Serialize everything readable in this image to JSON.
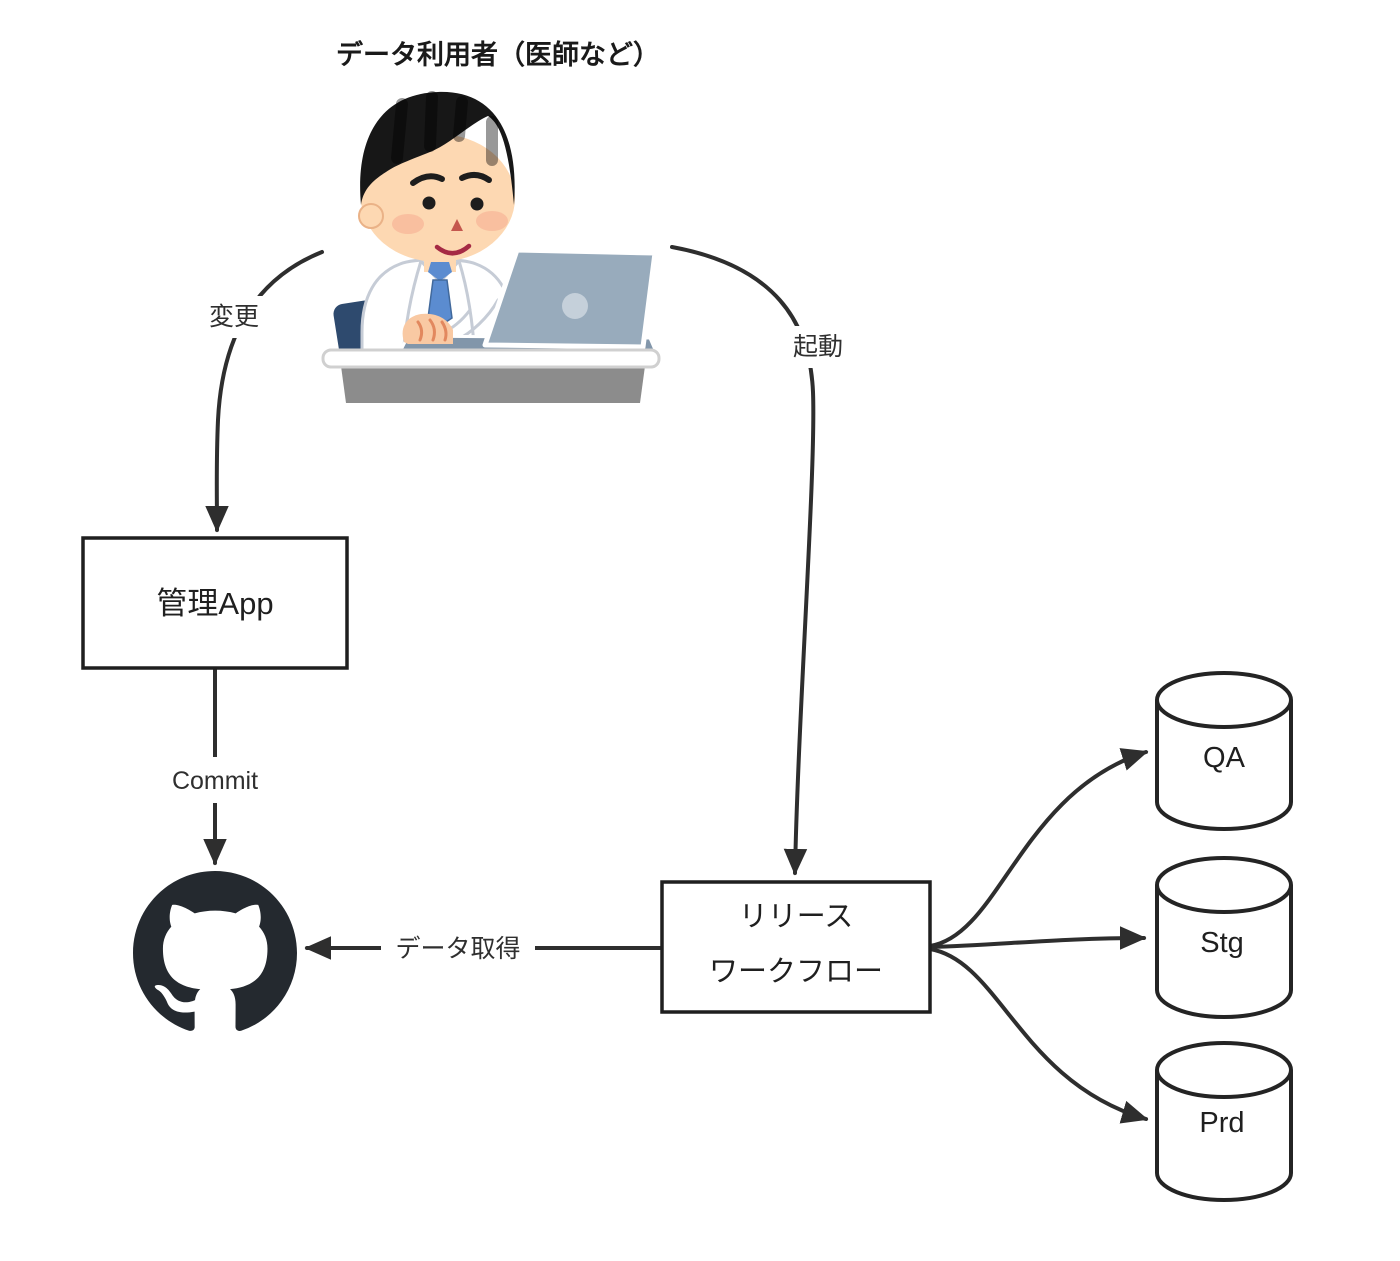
{
  "title": "データ利用者（医師など）",
  "nodes": {
    "admin_app": {
      "label": "管理App"
    },
    "release_workflow": {
      "lines": [
        "リリース",
        "ワークフロー"
      ]
    },
    "github": {
      "icon": "github-octocat-icon"
    },
    "databases": [
      {
        "label": "QA"
      },
      {
        "label": "Stg"
      },
      {
        "label": "Prd"
      }
    ]
  },
  "edges": {
    "change": {
      "label": "変更"
    },
    "launch": {
      "label": "起動"
    },
    "commit": {
      "label": "Commit"
    },
    "fetch": {
      "label": "データ取得"
    }
  },
  "colors": {
    "line": "#2e2e2e",
    "box_border": "#1f1f1f",
    "text": "#2f2f2f",
    "github_mark": "#24292f"
  }
}
